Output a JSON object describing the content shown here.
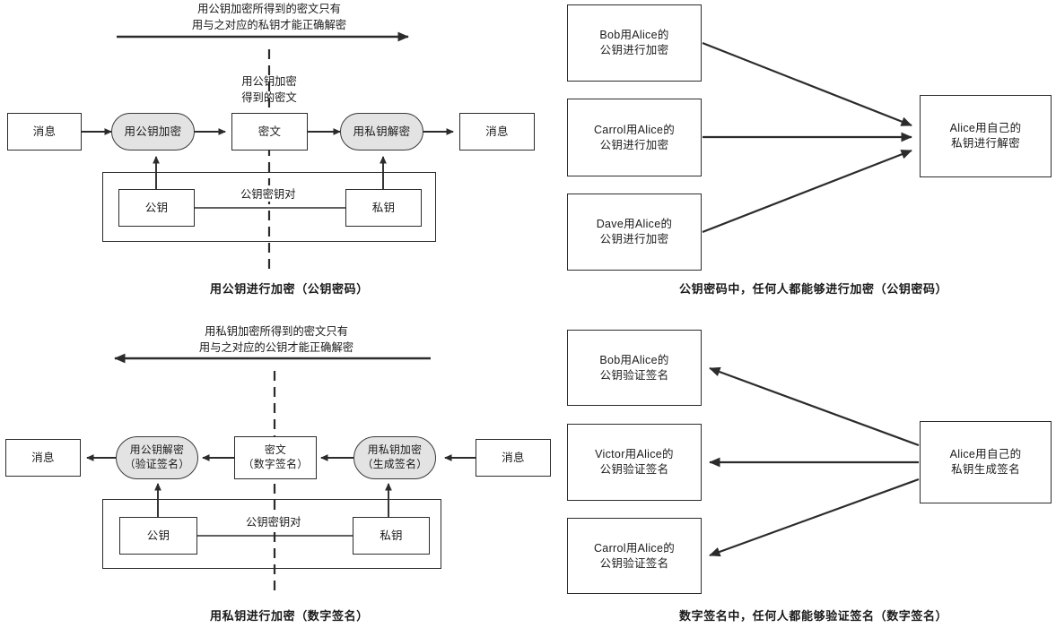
{
  "figure": {
    "title_note": "Public-key cryptography and digital signature diagrams",
    "colors": {
      "line": "#2b2b2b",
      "process_fill": "#e3e3e3",
      "box_fill": "#ffffff",
      "text": "#1a1a1a"
    }
  },
  "panel_tl": {
    "note": {
      "line1": "用公钥加密所得到的密文只有",
      "line2": "用与之对应的私钥才能正确解密"
    },
    "cipher_note": {
      "line1": "用公钥加密",
      "line2": "得到的密文"
    },
    "nodes": {
      "message_in": "消息",
      "encrypt": "用公钥加密",
      "ciphertext": "密文",
      "decrypt": "用私钥解密",
      "message_out": "消息",
      "public_key": "公钥",
      "private_key": "私钥",
      "key_pair_label": "公钥密钥对"
    },
    "caption": "用公钥进行加密（公钥密码）"
  },
  "panel_bl": {
    "note": {
      "line1": "用私钥加密所得到的密文只有",
      "line2": "用与之对应的公钥才能正确解密"
    },
    "nodes": {
      "message_out": "消息",
      "verify": {
        "line1": "用公钥解密",
        "line2": "（验证签名）"
      },
      "signature": {
        "line1": "密文",
        "line2": "（数字签名）"
      },
      "sign": {
        "line1": "用私钥加密",
        "line2": "（生成签名）"
      },
      "message_in": "消息",
      "public_key": "公钥",
      "private_key": "私钥",
      "key_pair_label": "公钥密钥对"
    },
    "caption": "用私钥进行加密（数字签名）"
  },
  "panel_tr": {
    "senders": [
      {
        "line1": "Bob用Alice的",
        "line2": "公钥进行加密"
      },
      {
        "line1": "Carrol用Alice的",
        "line2": "公钥进行加密"
      },
      {
        "line1": "Dave用Alice的",
        "line2": "公钥进行加密"
      }
    ],
    "receiver": {
      "line1": "Alice用自己的",
      "line2": "私钥进行解密"
    },
    "caption": "公钥密码中，任何人都能够进行加密（公钥密码）"
  },
  "panel_br": {
    "verifiers": [
      {
        "line1": "Bob用Alice的",
        "line2": "公钥验证签名"
      },
      {
        "line1": "Victor用Alice的",
        "line2": "公钥验证签名"
      },
      {
        "line1": "Carrol用Alice的",
        "line2": "公钥验证签名"
      }
    ],
    "signer": {
      "line1": "Alice用自己的",
      "line2": "私钥生成签名"
    },
    "caption": "数字签名中，任何人都能够验证签名（数字签名）"
  }
}
